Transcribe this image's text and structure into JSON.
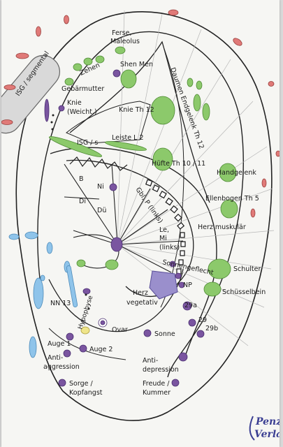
{
  "labels": {
    "isg_segmental": "ISG / segmental",
    "zehen": "Zehen",
    "ferse": "Ferse,",
    "maleolus": "Maleolus",
    "shen_men": "Shen Men",
    "gebaermutter": "Gebärmutter",
    "knie": "Knie",
    "weicht": "(Weicht.)",
    "knie_th12": "Knie Th 12",
    "daumen": "Daumen Endgelenk Th 12",
    "leiste": "Leiste L 2",
    "isg_s": "ISG / s",
    "huefte": "Hüfte Th 10 / 11",
    "handgelenk": "Handgelenk",
    "ellenbogen": "Ellenbogen Th 5",
    "b": "B",
    "ni": "Ni",
    "di": "Di",
    "due": "Dü",
    "gbl_p": "Gbl, P (links)",
    "le": "Le,",
    "mi": "Mi",
    "links": "(links)",
    "herz_musk": "Herz muskulär",
    "sonnengeflecht": "Sonnengeflecht",
    "np": "NP",
    "schulter": "Schulter",
    "schluesselbein": "Schüsselbein",
    "herz": "Herz",
    "vegetativ": "vegetativ",
    "nn13": "NN 13",
    "hypophyse": "Hypophyse",
    "ovar": "Ovar",
    "p29a": "29a",
    "p29": "29",
    "p29b": "29b",
    "sonne": "Sonne",
    "auge1": "Auge 1",
    "auge2": "Auge 2",
    "anti_aggr_1": "Anti-",
    "anti_aggr_2": "aggression",
    "anti_dep_1": "Anti-",
    "anti_dep_2": "depression",
    "sorge": "Sorge /",
    "kopfangst": "Kopfangst",
    "freude": "Freude /",
    "kummer": "Kummer"
  },
  "logo": {
    "line1": "Penzel",
    "line2": "Verlag"
  },
  "colors": {
    "green": "#8cc96b",
    "purple": "#7a55a0",
    "lavender": "#9a8fcc",
    "salmon": "#e07a78",
    "blue": "#8fc4ea",
    "gray": "#d8d8d8",
    "yellow": "#efe58a"
  }
}
